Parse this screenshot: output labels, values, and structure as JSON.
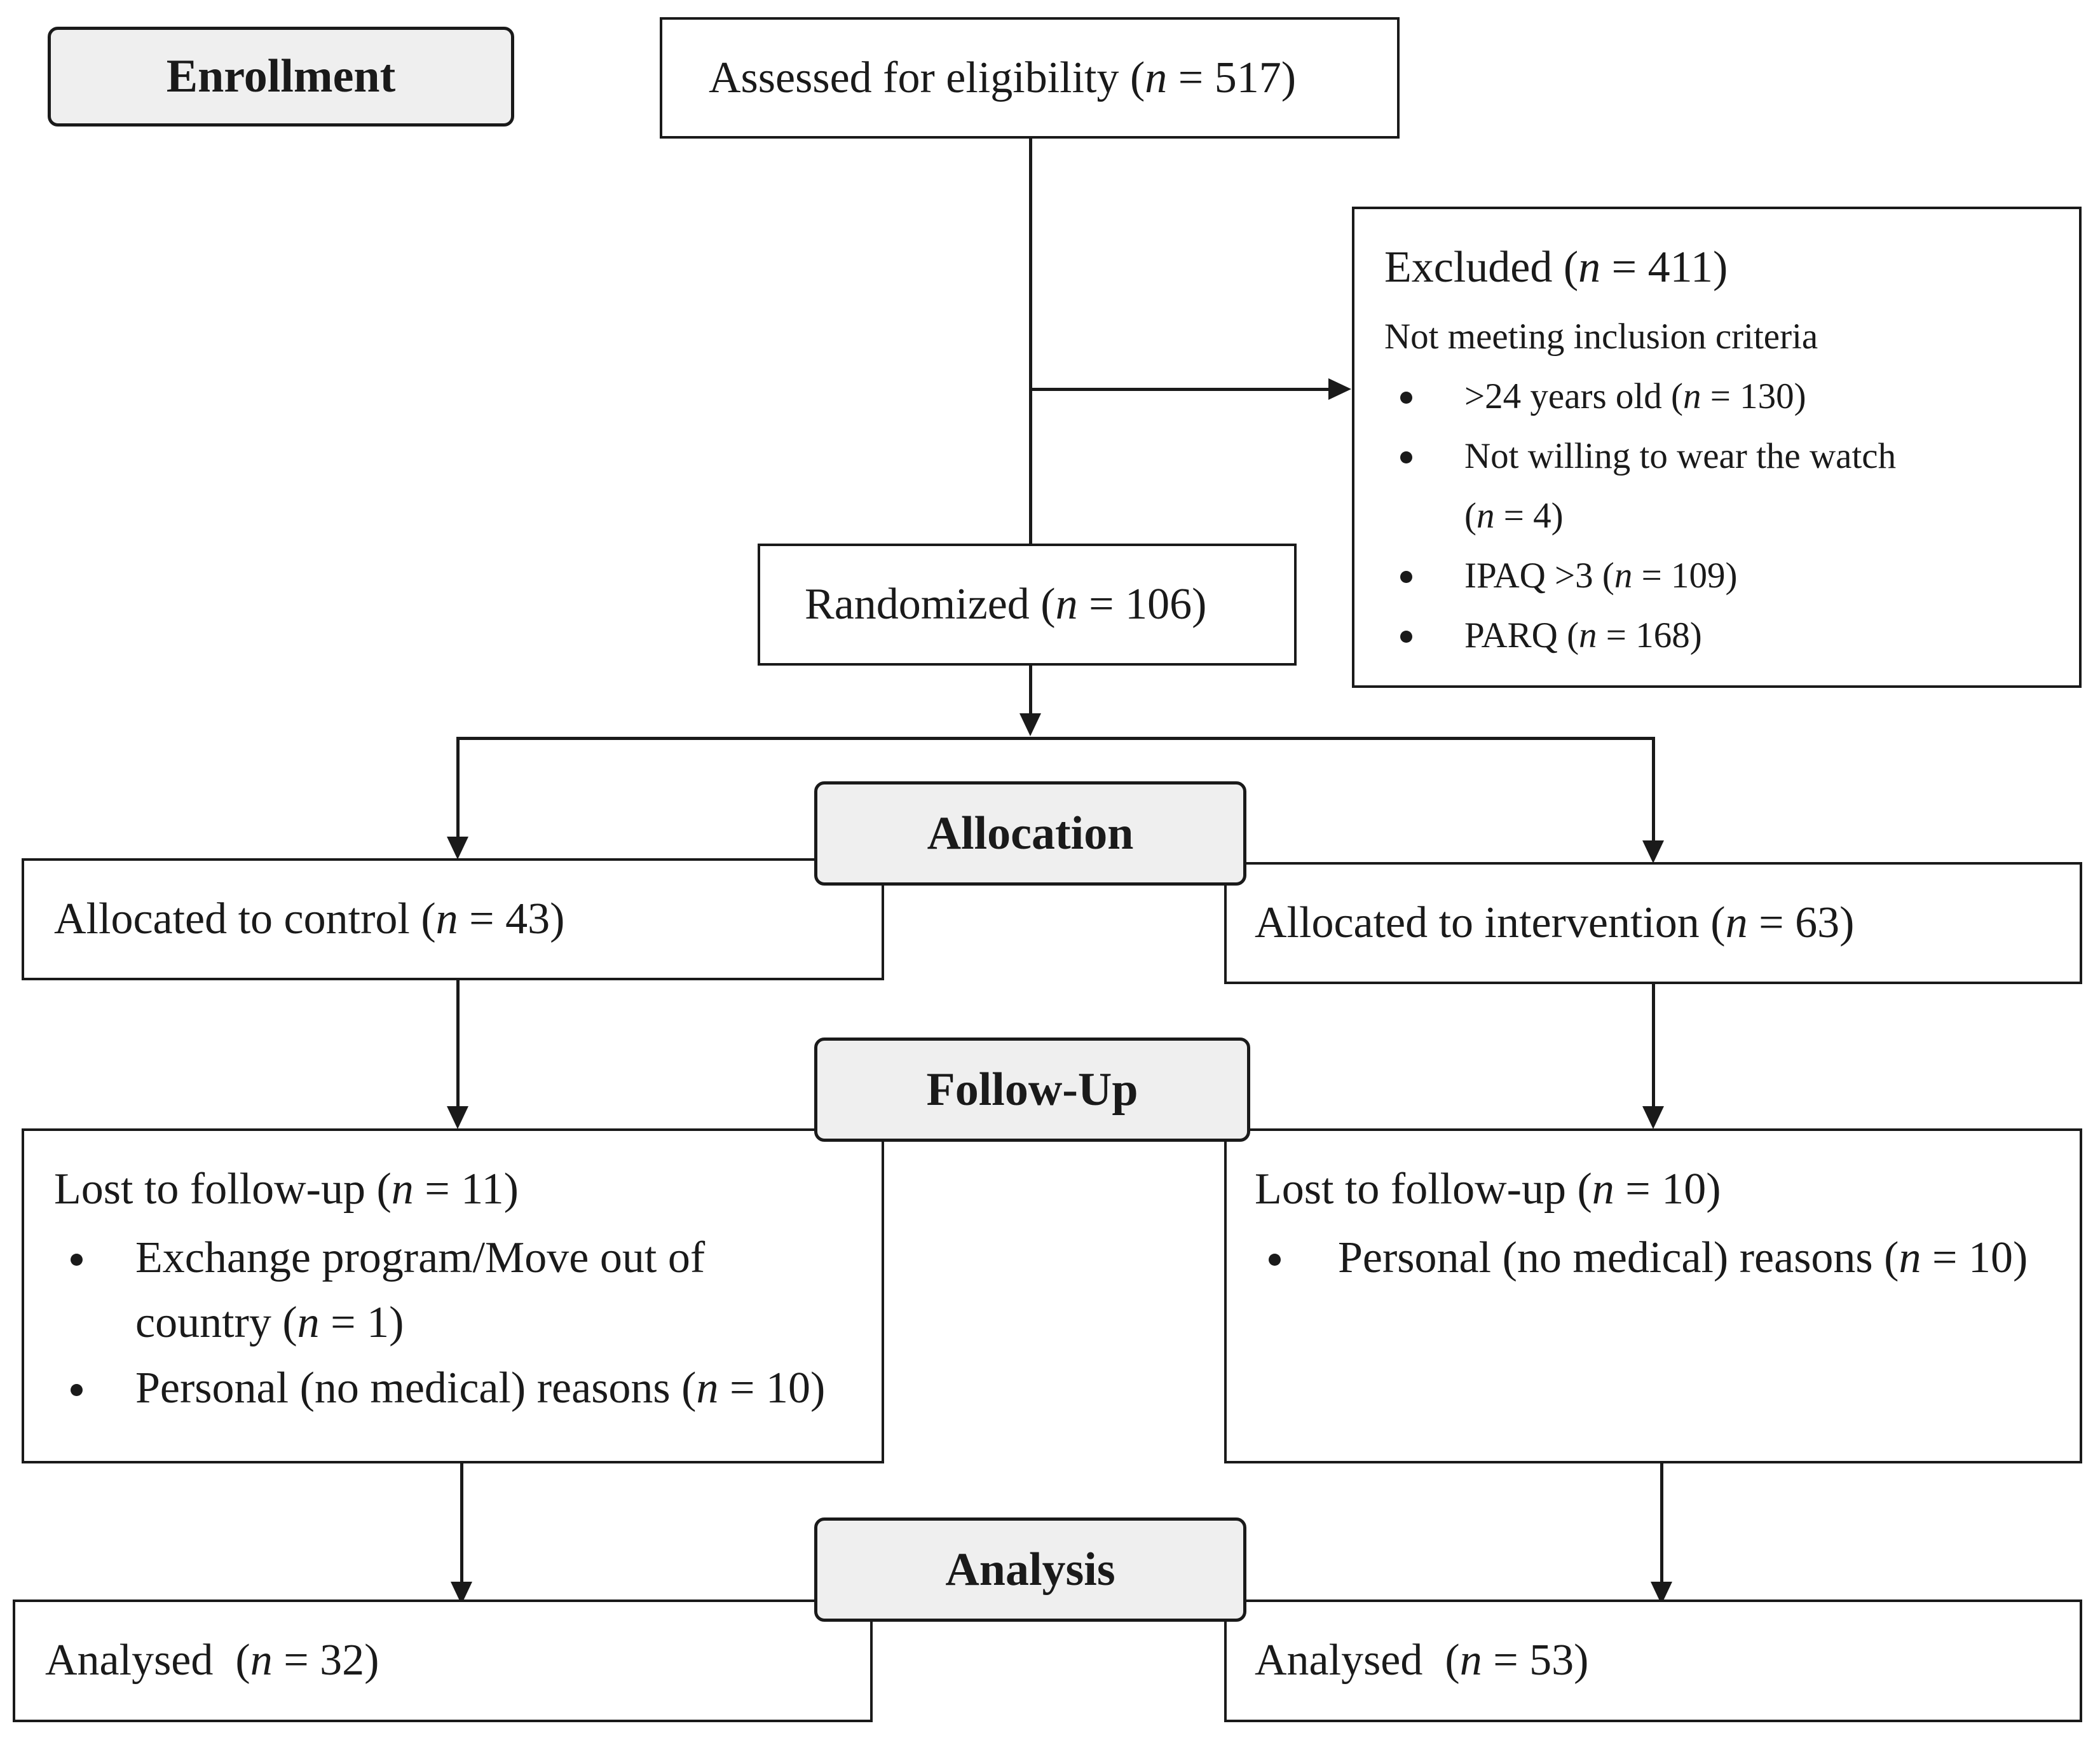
{
  "stages": {
    "enrollment": "Enrollment",
    "allocation": "Allocation",
    "follow_up": "Follow-Up",
    "analysis": "Analysis"
  },
  "n_symbol": "n",
  "assessed": {
    "label": "Assessed for eligibility (",
    "value": " = 517)"
  },
  "excluded": {
    "title": {
      "label": "Excluded (",
      "value": " = 411)"
    },
    "subtitle": "Not meeting inclusion criteria",
    "items": [
      {
        "label": ">24 years old (",
        "value": " = 130)"
      },
      {
        "label": "Not willing to wear the watch",
        "label2": "(",
        "value": " = 4)"
      },
      {
        "label": "IPAQ >3 (",
        "value": " = 109)"
      },
      {
        "label": "PARQ (",
        "value": " = 168)"
      }
    ]
  },
  "randomized": {
    "label": "Randomized (",
    "value": " = 106)"
  },
  "control": {
    "allocated": {
      "label": "Allocated to control (",
      "value": " = 43)"
    },
    "lost": {
      "title": {
        "label": "Lost to follow-up (",
        "value": " = 11)"
      },
      "items": [
        {
          "line1": "Exchange program/Move out of",
          "line2": "country (",
          "value": " = 1)"
        },
        {
          "label": "Personal (no medical) reasons (",
          "value": " = 10)"
        }
      ]
    },
    "analysed": {
      "label": "Analysed  (",
      "value": " = 32)"
    }
  },
  "intervention": {
    "allocated": {
      "label": "Allocated to intervention (",
      "value": " = 63)"
    },
    "lost": {
      "title": {
        "label": "Lost to follow-up (",
        "value": " = 10)"
      },
      "items": [
        {
          "label": "Personal (no medical) reasons (",
          "value": " = 10)"
        }
      ]
    },
    "analysed": {
      "label": "Analysed  (",
      "value": " = 53)"
    }
  }
}
